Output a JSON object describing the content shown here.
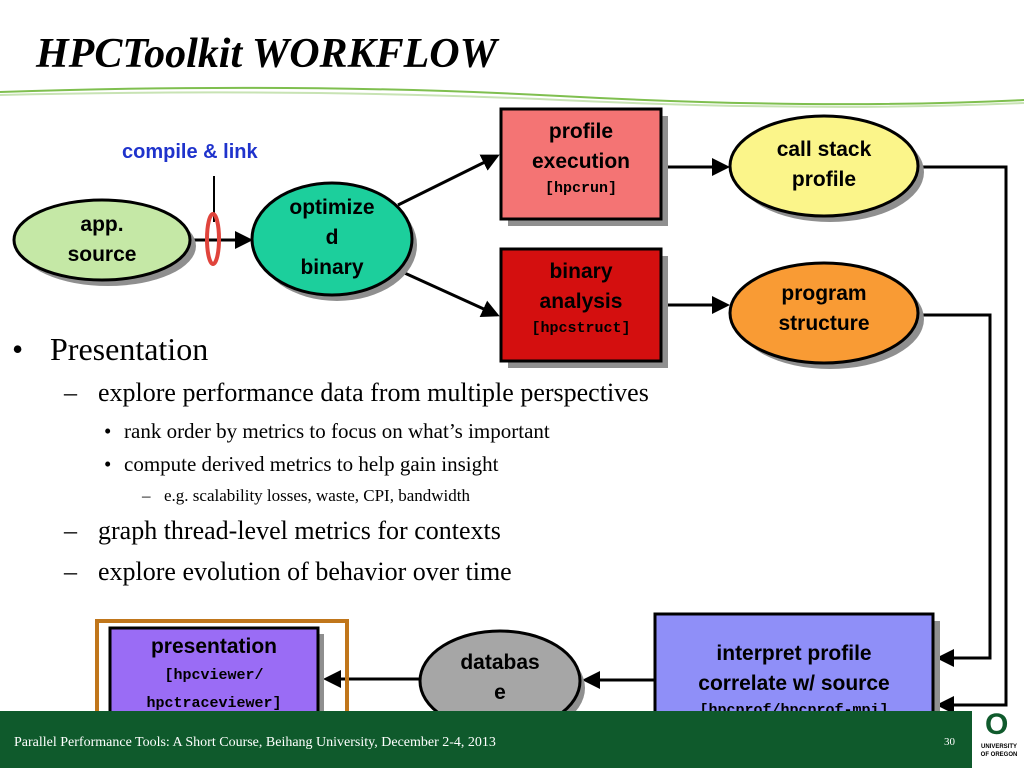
{
  "title": "HPCToolkit WORKFLOW",
  "compile_label": "compile & link",
  "nodes": {
    "app_source": {
      "lines": [
        "app.",
        "source"
      ],
      "color": "#c5e8a6"
    },
    "optimized_binary": {
      "lines": [
        "optimize",
        "d",
        "binary"
      ],
      "color": "#1ccf9c"
    },
    "profile_execution": {
      "lines": [
        "profile",
        "execution"
      ],
      "tool": "[hpcrun]",
      "color": "#f47474"
    },
    "binary_analysis": {
      "lines": [
        "binary",
        "analysis"
      ],
      "tool": "[hpcstruct]",
      "color": "#d40f0f"
    },
    "call_stack_profile": {
      "lines": [
        "call stack",
        "profile"
      ],
      "color": "#fbf58a"
    },
    "program_structure": {
      "lines": [
        "program",
        "structure"
      ],
      "color": "#f99b34"
    },
    "interpret_profile": {
      "lines": [
        "interpret profile",
        "correlate w/ source"
      ],
      "tool": "[hpcprof/hpcprof-mpi]",
      "color": "#8f8ff8"
    },
    "database": {
      "lines": [
        "databas",
        "e"
      ],
      "color": "#a6a6a6"
    },
    "presentation": {
      "lines": [
        "presentation"
      ],
      "tools": [
        "[hpcviewer/",
        "hpctraceviewer]"
      ],
      "color": "#9a6cf5"
    }
  },
  "bullets": {
    "level1": {
      "marker": "•",
      "text": "Presentation"
    },
    "items": [
      {
        "marker": "–",
        "text": "explore performance data from multiple perspectives"
      },
      {
        "marker": "•",
        "text": "rank order by metrics to focus on what’s important"
      },
      {
        "marker": "•",
        "text": "compute derived metrics to help gain insight"
      },
      {
        "marker": "–",
        "text": "e.g. scalability losses, waste, CPI, bandwidth"
      },
      {
        "marker": "–",
        "text": "graph thread-level metrics for contexts"
      },
      {
        "marker": "–",
        "text": "explore evolution of behavior over time"
      }
    ]
  },
  "footer": {
    "text": "Parallel Performance Tools: A Short Course, Beihang University, December 2-4, 2013",
    "page_number": "30",
    "logo": {
      "letter": "O",
      "line1": "UNIVERSITY",
      "line2": "OF OREGON"
    }
  },
  "colors": {
    "footer_bg": "#0f5a2c",
    "compile_label": "#1f33cc",
    "presentation_frame": "#c0761b",
    "rule": "#7fbf4f"
  }
}
